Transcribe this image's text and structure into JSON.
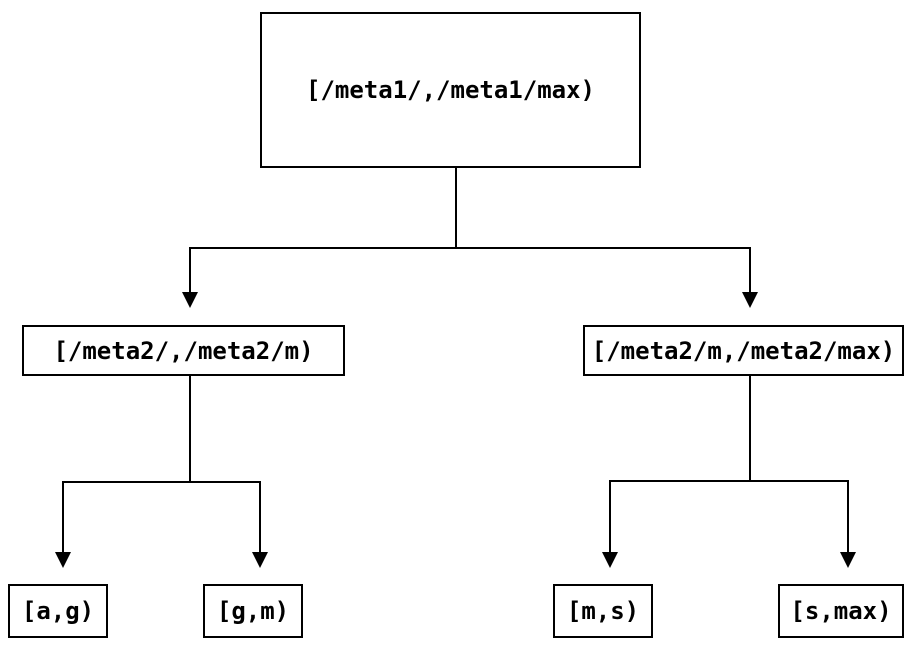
{
  "diagram": {
    "type": "tree",
    "colors": {
      "background": "#ffffff",
      "line": "#000000",
      "text": "#000000",
      "node_fill": "#ffffff"
    },
    "nodes": {
      "root": {
        "label": "[/meta1/,/meta1/max)"
      },
      "meta2_left": {
        "label": "[/meta2/,/meta2/m)"
      },
      "meta2_right": {
        "label": "[/meta2/m,/meta2/max)"
      },
      "leaf_ag": {
        "label": "[a,g)"
      },
      "leaf_gm": {
        "label": "[g,m)"
      },
      "leaf_ms": {
        "label": "[m,s)"
      },
      "leaf_smax": {
        "label": "[s,max)"
      }
    },
    "edges": [
      {
        "from": "root",
        "to": "meta2_left"
      },
      {
        "from": "root",
        "to": "meta2_right"
      },
      {
        "from": "meta2_left",
        "to": "leaf_ag"
      },
      {
        "from": "meta2_left",
        "to": "leaf_gm"
      },
      {
        "from": "meta2_right",
        "to": "leaf_ms"
      },
      {
        "from": "meta2_right",
        "to": "leaf_smax"
      }
    ]
  }
}
